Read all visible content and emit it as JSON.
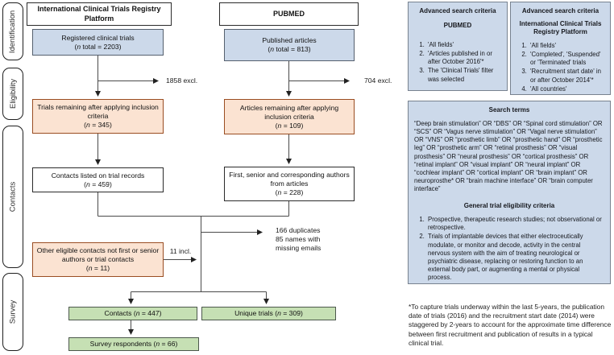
{
  "palette": {
    "blue_fill": "#ccd9ea",
    "blue_border": "#55606e",
    "orange_fill": "#fbe3d2",
    "orange_border": "#9a4d22",
    "green_fill": "#c6e0b4",
    "green_border": "#4c584c",
    "panel_fill": "#ccd9ea",
    "panel_border": "#78828f",
    "line": "#444444"
  },
  "stages": {
    "identification": "Identification",
    "eligibility": "Eligibility",
    "contacts": "Contacts",
    "survey": "Survey"
  },
  "flow": {
    "ictrp_header": "International Clinical Trials Registry Platform",
    "pubmed_header": "PUBMED",
    "registered": {
      "text": "Registered clinical trials",
      "pre": "(",
      "it": "n",
      "post": " total = 2203)"
    },
    "published": {
      "text": "Published articles",
      "pre": "(",
      "it": "n",
      "post": " total = 813)"
    },
    "excl_ictrp": "1858 excl.",
    "excl_pubmed": "704 excl.",
    "trials_remaining": {
      "text": "Trials remaining after applying inclusion criteria",
      "pre": "(",
      "it": "n",
      "post": " = 345)"
    },
    "articles_remaining": {
      "text": "Articles remaining after applying inclusion criteria",
      "pre": "(",
      "it": "n",
      "post": " = 109)"
    },
    "contacts_listed": {
      "text": "Contacts listed on trial records",
      "pre": "(",
      "it": "n",
      "post": " = 459)"
    },
    "authors": {
      "text": "First, senior and corresponding authors from articles",
      "pre": "(",
      "it": "n",
      "post": " = 228)"
    },
    "other_contacts": {
      "text": "Other eligible contacts not first or senior authors or trial contacts",
      "pre": "(",
      "it": "n",
      "post": " = 11)"
    },
    "incl_label": "11 incl.",
    "duplicates_note": "166 duplicates\n85 names with\nmissing emails",
    "contacts_box": {
      "pre": "Contacts (",
      "it": "n",
      "post": " = 447)"
    },
    "unique_trials_box": {
      "pre": "Unique trials (",
      "it": "n",
      "post": " = 309)"
    },
    "respondents_box": {
      "pre": "Survey respondents (",
      "it": "n",
      "post": " = 66)"
    }
  },
  "panels": {
    "pubmed_criteria": {
      "title": "Advanced search criteria",
      "subtitle": "PUBMED",
      "items": [
        "'All fields'",
        "'Articles published in or after October 2016'*",
        "The 'Clinical Trials' filter was selected"
      ]
    },
    "ictrp_criteria": {
      "title": "Advanced search criteria",
      "subtitle": "International Clinical Trials Registry Platform",
      "items": [
        "'All fields'",
        "'Completed', 'Suspended' or 'Terminated' trials",
        "'Recruitment start date' in or after October 2014'*",
        "'All countries'"
      ]
    },
    "search_terms": {
      "title": "Search terms",
      "body": "“Deep brain stimulation” OR “DBS” OR “Spinal cord stimulation” OR “SCS” OR “Vagus nerve stimulation” OR “Vagal nerve stimulation” OR “VNS” OR “prosthetic limb” OR “prosthetic hand” OR “prosthetic leg” OR “prosthetic arm” OR “retinal prosthesis” OR “visual prosthesis” OR “neural prosthesis” OR “cortical prosthesis” OR “retinal implant” OR “visual implant” OR “neural implant” OR “cochlear implant” OR “cortical implant” OR “brain implant” OR neuroprosthe* OR “brain machine interface” OR “brain computer interface”"
    },
    "eligibility_criteria": {
      "title": "General trial eligibility criteria",
      "items": [
        "Prospective, therapeutic research studies; not observational or retrospective.",
        "Trials of implantable devices that either electroceutically modulate, or monitor and decode, activity in the central nervous system with the aim of treating neurological or psychiatric disease, replacing or restoring function to an external body part, or augmenting a mental or physical process."
      ]
    },
    "footnote": "*To capture trials underway within the last 5-years, the publication date of trials (2016) and the recruitment start date (2014) were staggered by 2-years to account for the approximate time difference between first recruitment and publication of results in a typical clinical trial."
  }
}
